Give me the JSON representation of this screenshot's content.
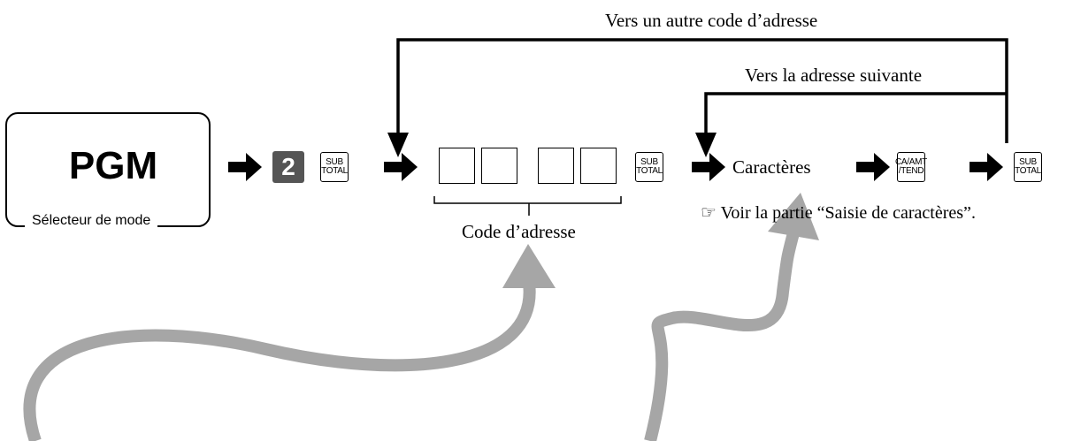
{
  "mode_selector": {
    "label": "PGM",
    "caption": "Sélecteur de mode"
  },
  "keys": {
    "number_key": "2",
    "subtotal_top": "SUB",
    "subtotal_bottom": "TOTAL",
    "ca_amt_top": "CA/AMT",
    "ca_amt_bottom": "/TEND"
  },
  "labels": {
    "return_other_code": "Vers un autre code d’adresse",
    "return_next_address": "Vers la adresse suivante",
    "characters": "Caractères",
    "see_note": "☞ Voir la partie “Saisie de caractères”.",
    "address_code": "Code d’adresse"
  },
  "colors": {
    "line": "#000000",
    "number_key_bg": "#555555",
    "curve_arrow": "#a6a6a6"
  },
  "entry_box_count": 4
}
